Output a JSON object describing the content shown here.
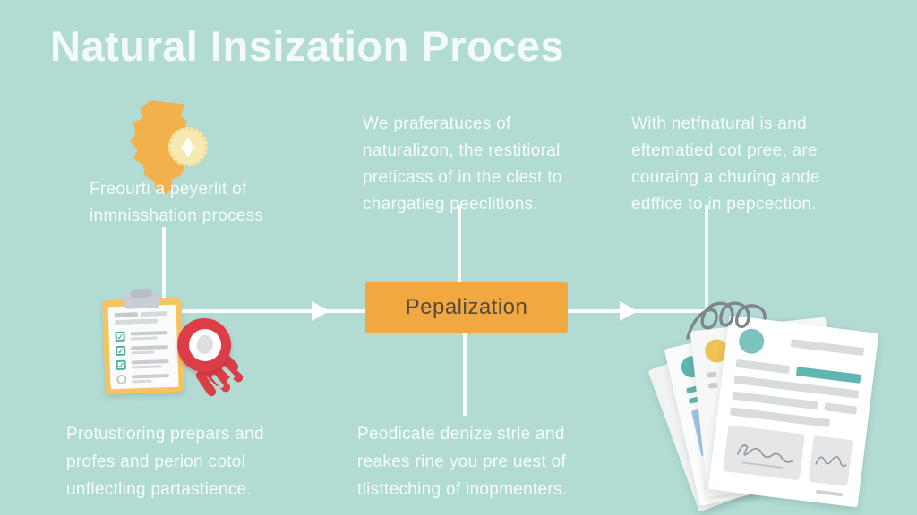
{
  "title": "Natural Insization Proces",
  "captions": {
    "state": {
      "lines": [
        "Freourti a peyerlit of",
        "inmnisshation process"
      ]
    },
    "top_middle": {
      "lines": [
        "We praferatuces of",
        "naturalizon, the restitioral",
        "preticass of in the clest to",
        "chargatieg peeclitions."
      ]
    },
    "top_right": {
      "lines": [
        "With netfnatural is and",
        "eftematied cot pree, are",
        "couraing a churing ande",
        "edffice to in pepcection."
      ]
    },
    "bottom_left": {
      "lines": [
        "Protustioring prepars and",
        "profes and perion cotol",
        "unflectling partastience."
      ]
    },
    "bottom_middle": {
      "lines": [
        "Peodicate denize strle and",
        "reakes rine you pre uest of",
        "tlistteching of inopmenters."
      ]
    }
  },
  "flowchart": {
    "center_box": "Pepalization",
    "check_mark": "✓"
  },
  "icons": {
    "state_map": "orange-state-map-with-seal",
    "seal": "round-seal-bird",
    "clipboard": "checklist-clipboard",
    "ribbon_badge": "red-ribbon-award",
    "documents": "fanned-document-stack",
    "scribble": "gray-loop-scribble"
  },
  "colors": {
    "background": "#b1dbd3",
    "text": "#f2fbf8",
    "box_fill": "#f1a840",
    "box_text": "#55493b",
    "state_orange": "#f2b14d",
    "seal_yellow": "#f7e9b4",
    "clipboard_orange": "#f6c35f",
    "check_teal": "#56aea6",
    "badge_red": "#dc3d47",
    "doc_teal": "#5fb5af",
    "doc_yellow": "#eec254",
    "line_white": "#ffffff"
  }
}
